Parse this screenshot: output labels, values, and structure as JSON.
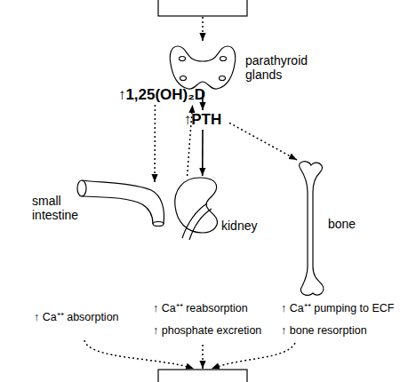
{
  "diagram": {
    "nodes": [
      {
        "text": [
          "parathyroid glands"
        ]
      },
      {
        "text": [
          "↑PTH"
        ]
      },
      {
        "text": [
          "↑1,25(OH)₂D"
        ]
      },
      {
        "text": [
          "small intestine"
        ]
      },
      {
        "text": [
          "kidney"
        ]
      },
      {
        "text": [
          "bone"
        ]
      }
    ],
    "edges": [
      {
        "from": 0,
        "to": 1,
        "arrow": "to"
      },
      {
        "from": 1,
        "to": 4,
        "arrow": "to"
      },
      {
        "from": 1,
        "to": 5,
        "arrow": "to"
      },
      {
        "from": 4,
        "to": 2,
        "arrow": "to"
      },
      {
        "from": 2,
        "to": 3,
        "arrow": "to"
      }
    ],
    "labels": [
      "↑ Ca⁺⁺ absorption",
      "↑ Ca⁺⁺ reabsorption",
      "↑ phosphate excretion",
      "↑ Ca⁺⁺ pumping to ECF",
      "↑ bone resorption"
    ]
  }
}
